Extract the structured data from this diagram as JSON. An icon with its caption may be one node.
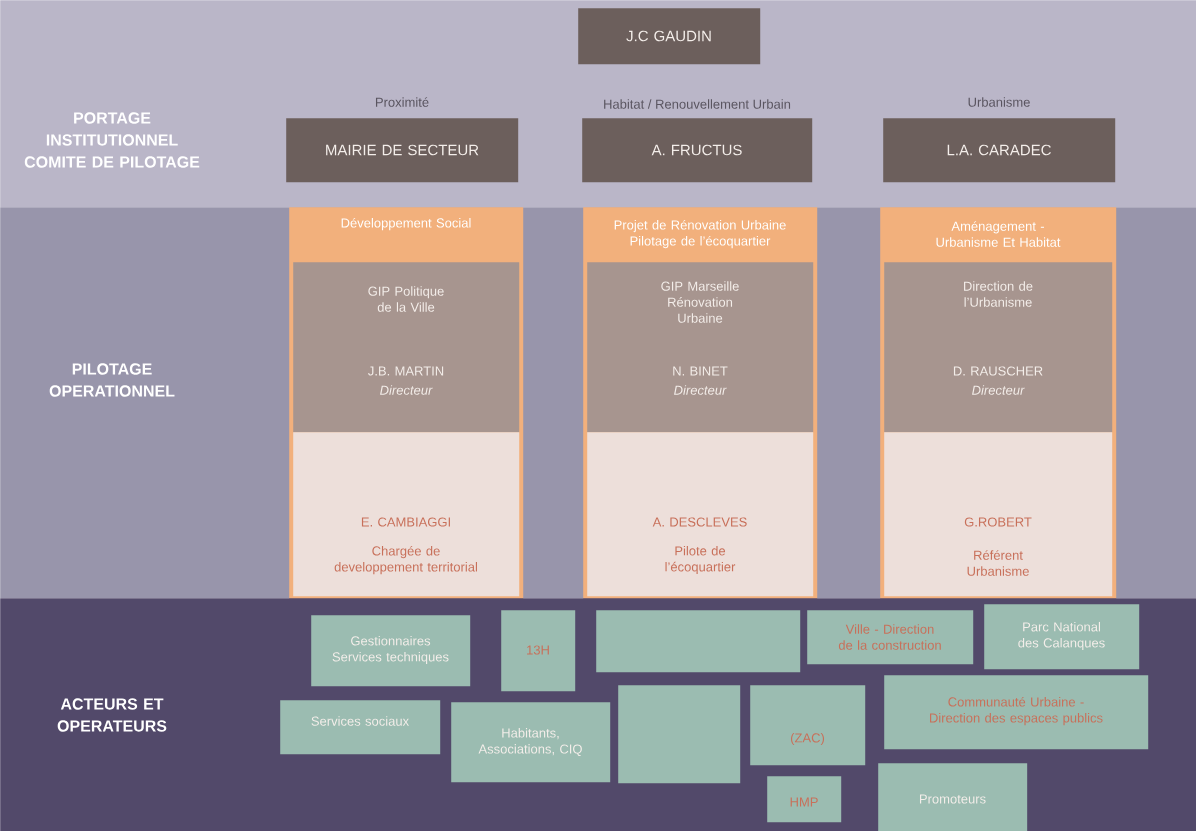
{
  "diagram": {
    "nodes": [
      {
        "text": [
          "PORTAGE INSTITUTIONNEL COMITE DE PILOTAGE"
        ]
      },
      {
        "text": [
          "J.C GAUDIN"
        ],
        "in": 0
      },
      {
        "text": [
          "MAIRIE DE SECTEUR"
        ],
        "beside": [
          "Proximité"
        ],
        "in": 0
      },
      {
        "text": [
          "A. FRUCTUS"
        ],
        "beside": [
          "Habitat / Renouvellement Urbain"
        ],
        "in": 0
      },
      {
        "text": [
          "L.A. CARADEC"
        ],
        "beside": [
          "Urbanisme"
        ],
        "in": 0
      },
      {
        "text": [
          "PILOTAGE OPERATIONNEL"
        ]
      },
      {
        "text": [
          "Développement Social"
        ],
        "in": 5
      },
      {
        "text": [
          "GIP Politique de la Ville",
          "J.B. MARTIN",
          "Directeur"
        ],
        "in": 6
      },
      {
        "text": [
          "E. CAMBIAGGI",
          "Chargée de developpement territorial"
        ],
        "in": 6
      },
      {
        "text": [
          "Projet de Rénovation Urbaine Pilotage de l’écoquartier"
        ],
        "in": 5
      },
      {
        "text": [
          "GIP Marseille Rénovation Urbaine",
          "N. BINET",
          "Directeur"
        ],
        "in": 9
      },
      {
        "text": [
          "A. DESCLEVES",
          "Pilote de l’écoquartier"
        ],
        "in": 9
      },
      {
        "text": [
          "Aménagement - Urbanisme Et Habitat"
        ],
        "in": 5
      },
      {
        "text": [
          "Direction de l’Urbanisme",
          "D. RAUSCHER",
          "Directeur"
        ],
        "in": 12
      },
      {
        "text": [
          "G.ROBERT",
          "Référent Urbanisme"
        ],
        "in": 12
      },
      {
        "text": [
          "ACTEURS ET OPERATEURS"
        ]
      },
      {
        "text": [
          "Gestionnaires Services techniques"
        ],
        "in": 15
      },
      {
        "text": [
          "13H"
        ],
        "in": 15
      },
      {
        "text": [],
        "shape": "box",
        "in": 15
      },
      {
        "text": [
          "Ville - Direction de la construction"
        ],
        "in": 15
      },
      {
        "text": [
          "Parc National des Calanques"
        ],
        "in": 15
      },
      {
        "text": [
          "Services sociaux"
        ],
        "in": 15
      },
      {
        "text": [
          "Habitants, Associations, CIQ"
        ],
        "in": 15
      },
      {
        "text": [],
        "shape": "box",
        "in": 15
      },
      {
        "text": [
          "(ZAC)"
        ],
        "in": 15
      },
      {
        "text": [
          "Communauté Urbaine - Direction des espaces publics"
        ],
        "in": 15
      },
      {
        "text": [
          "HMP"
        ],
        "in": 15
      },
      {
        "text": [
          "Promoteurs"
        ],
        "in": 15
      }
    ]
  }
}
